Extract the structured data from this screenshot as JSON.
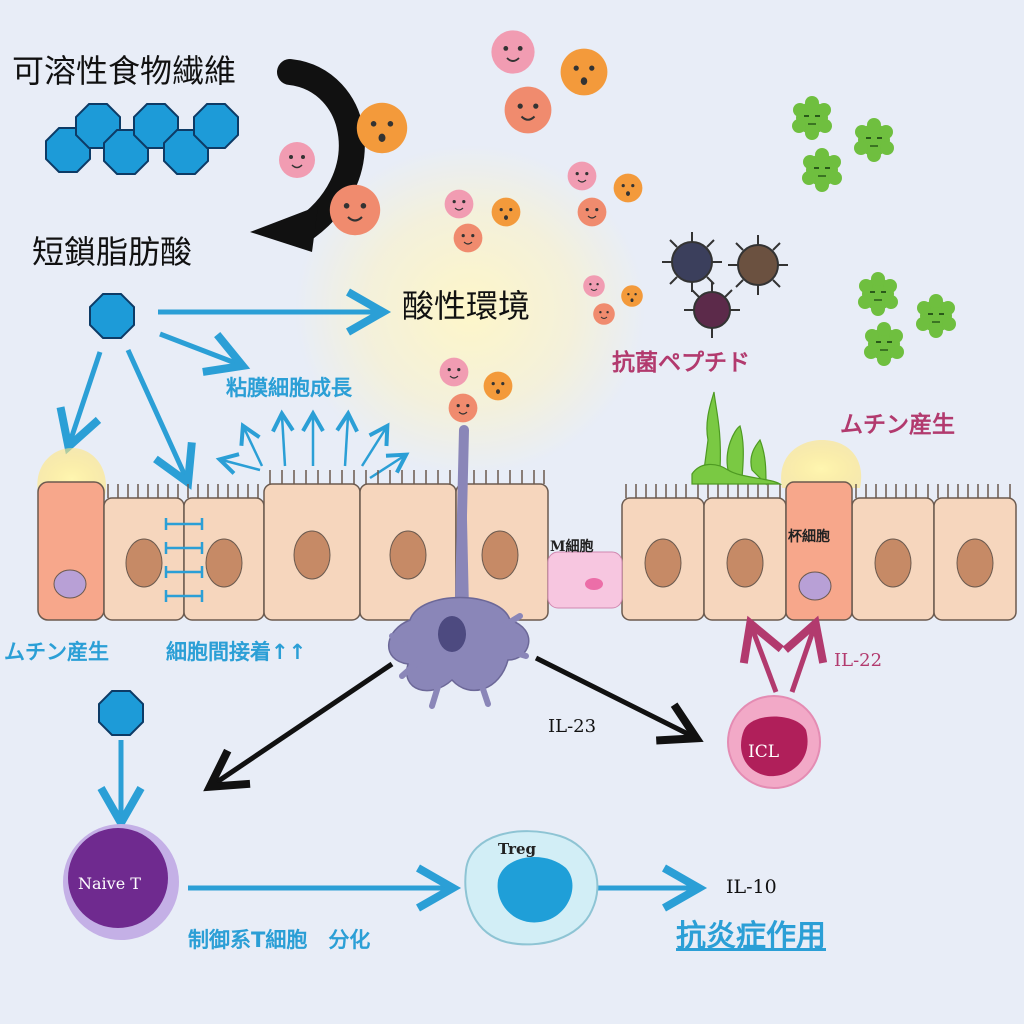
{
  "labels": {
    "fiber": "可溶性食物繊維",
    "scfa": "短鎖脂肪酸",
    "acidic": "酸性環境",
    "amp": "抗菌ペプチド",
    "mucus_right": "ムチン産生",
    "growth": "粘膜細胞成長",
    "mucus_left": "ムチン産生",
    "junction": "細胞間接着↑↑",
    "m_cell": "M細胞",
    "goblet": "杯細胞",
    "il22": "IL-22",
    "il23": "IL-23",
    "icl": "ICL",
    "naive": "Naive T",
    "treg": "Treg",
    "differentiation": "制御系T細胞　分化",
    "il10": "IL-10",
    "anti_inflammatory": "抗炎症作用"
  },
  "colors": {
    "background": "#e8edf7",
    "arrow_blue": "#2b9fd6",
    "label_magenta": "#b23a6e",
    "cell_fill": "#f6d6bd",
    "nucleus": "#c68a66",
    "octagon": "#1d9bd8",
    "naive_t": "#6f2a8f",
    "icl_cell": "#f2a9c7",
    "dendritic": "#8a86b8"
  }
}
